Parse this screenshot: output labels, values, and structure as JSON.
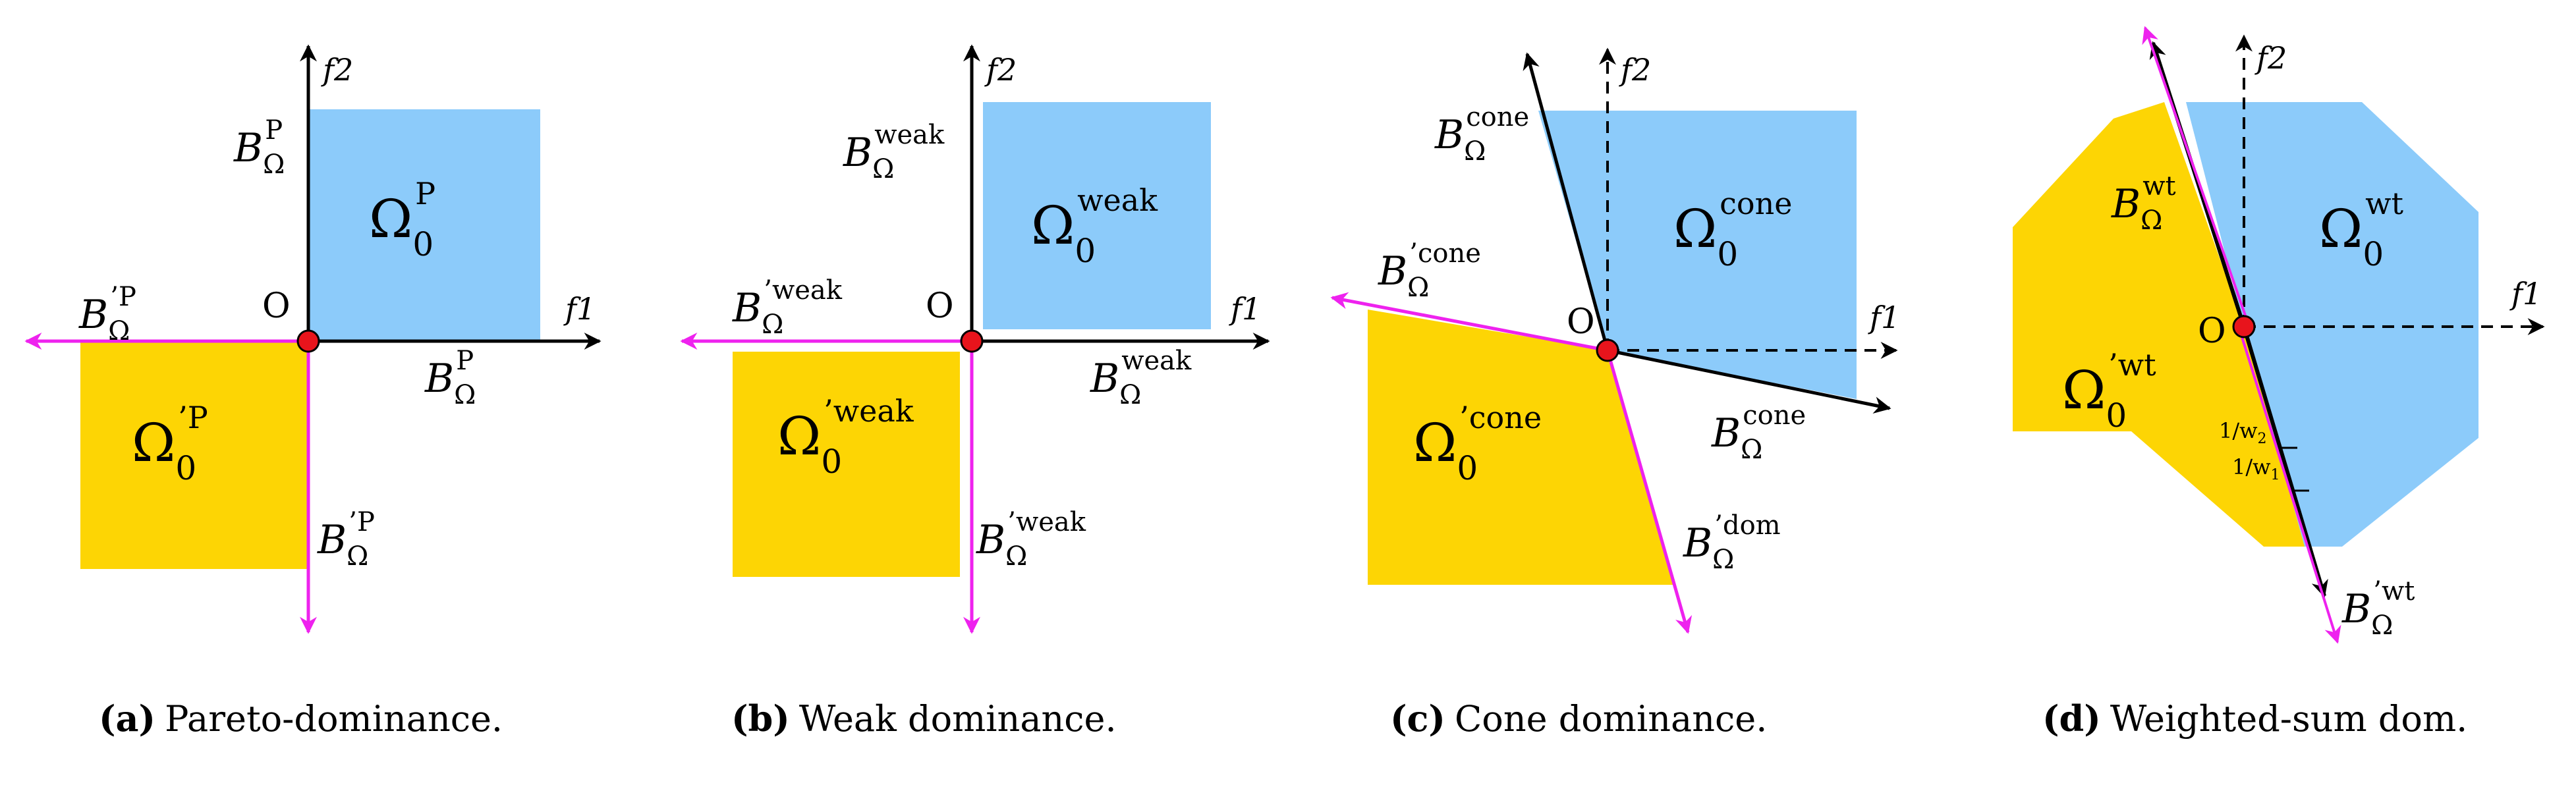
{
  "colors": {
    "dominated_region": "#8ccbfa",
    "dominating_region": "#fdd504",
    "axis": "#000000",
    "boundary": "#ee22ee",
    "origin_point": "#e8141c"
  },
  "panels": [
    {
      "id": "a",
      "caption_tag": "(a)",
      "caption_text": "Pareto-dominance.",
      "axis_x": "f1",
      "axis_y": "f2",
      "origin": "O",
      "region_upper": "Ω",
      "region_upper_sub": "0",
      "region_upper_sup": "P",
      "region_lower": "Ω",
      "region_lower_sub": "0",
      "region_lower_sup": "’P",
      "boundary_up": {
        "main": "B",
        "sub": "Ω",
        "sup": "P"
      },
      "boundary_right": {
        "main": "B",
        "sub": "Ω",
        "sup": "P"
      },
      "boundary_left": {
        "main": "B",
        "sub": "Ω",
        "sup": "’P"
      },
      "boundary_down": {
        "main": "B",
        "sub": "Ω",
        "sup": "’P"
      }
    },
    {
      "id": "b",
      "caption_tag": "(b)",
      "caption_text": "Weak dominance.",
      "axis_x": "f1",
      "axis_y": "f2",
      "origin": "O",
      "region_upper": "Ω",
      "region_upper_sub": "0",
      "region_upper_sup": "weak",
      "region_lower": "Ω",
      "region_lower_sub": "0",
      "region_lower_sup": "’weak",
      "boundary_up": {
        "main": "B",
        "sub": "Ω",
        "sup": "weak"
      },
      "boundary_right": {
        "main": "B",
        "sub": "Ω",
        "sup": "weak"
      },
      "boundary_left": {
        "main": "B",
        "sub": "Ω",
        "sup": "’weak"
      },
      "boundary_down": {
        "main": "B",
        "sub": "Ω",
        "sup": "’weak"
      }
    },
    {
      "id": "c",
      "caption_tag": "(c)",
      "caption_text": "Cone dominance.",
      "axis_x": "f1",
      "axis_y": "f2",
      "origin": "O",
      "region_upper": "Ω",
      "region_upper_sub": "0",
      "region_upper_sup": "cone",
      "region_lower": "Ω",
      "region_lower_sub": "0",
      "region_lower_sup": "’cone",
      "boundary_up": {
        "main": "B",
        "sub": "Ω",
        "sup": "cone"
      },
      "boundary_right": {
        "main": "B",
        "sub": "Ω",
        "sup": "cone"
      },
      "boundary_left": {
        "main": "B",
        "sub": "Ω",
        "sup": "’cone"
      },
      "boundary_down": {
        "main": "B",
        "sub": "Ω",
        "sup": "’dom"
      }
    },
    {
      "id": "d",
      "caption_tag": "(d)",
      "caption_text": "Weighted-sum dom.",
      "axis_x": "f1",
      "axis_y": "f2",
      "origin": "O",
      "region_upper": "Ω",
      "region_upper_sub": "0",
      "region_upper_sup": "wt",
      "region_lower": "Ω",
      "region_lower_sub": "0",
      "region_lower_sup": "’wt",
      "boundary_up": {
        "main": "B",
        "sub": "Ω",
        "sup": "wt"
      },
      "boundary_down": {
        "main": "B",
        "sub": "Ω",
        "sup": "’wt"
      },
      "weight_1": "1/w",
      "weight_1_sub": "1",
      "weight_2": "1/w",
      "weight_2_sub": "2"
    }
  ]
}
